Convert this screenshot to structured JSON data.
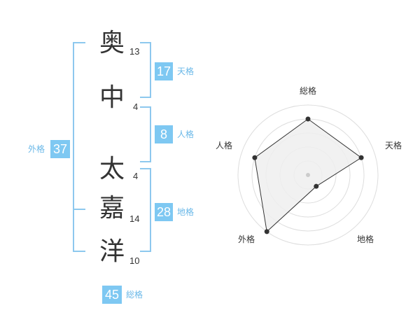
{
  "name_chars": [
    {
      "char": "奥",
      "strokes": "13"
    },
    {
      "char": "中",
      "strokes": "4"
    },
    {
      "char": "太",
      "strokes": "4"
    },
    {
      "char": "嘉",
      "strokes": "14"
    },
    {
      "char": "洋",
      "strokes": "10"
    }
  ],
  "kaku": {
    "tenkaku": {
      "value": "17",
      "label": "天格"
    },
    "jinkaku": {
      "value": "8",
      "label": "人格"
    },
    "chikaku": {
      "value": "28",
      "label": "地格"
    },
    "gaikaku": {
      "value": "37",
      "label": "外格"
    },
    "soukaku": {
      "value": "45",
      "label": "総格"
    }
  },
  "colors": {
    "accent": "#7ec8f2",
    "bracket": "#8dc8ee",
    "text": "#333333",
    "grid": "#dddddd",
    "fill": "#eeeeee"
  },
  "chart_data": {
    "type": "radar",
    "axes": [
      "総格",
      "天格",
      "地格",
      "外格",
      "人格"
    ],
    "values": [
      4,
      4,
      1,
      5,
      4
    ],
    "max": 5,
    "rings": 5
  }
}
